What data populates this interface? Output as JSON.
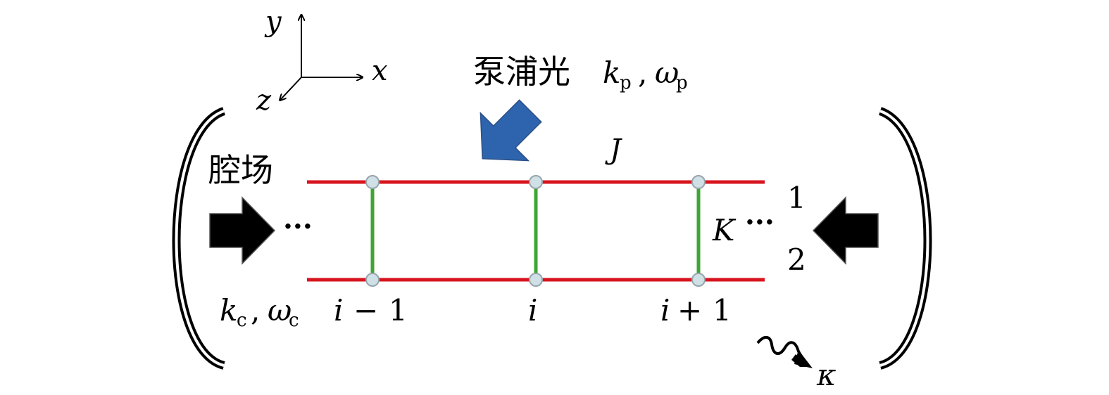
{
  "axes": {
    "y_label": "y",
    "x_label": "x",
    "z_label": "z"
  },
  "pump": {
    "label": "泵浦光",
    "k": "k",
    "k_sub": "p",
    "omega": "ω",
    "omega_sub": "p",
    "arrow_color": "#2E64AE"
  },
  "cavity": {
    "label": "腔场",
    "k": "k",
    "k_sub": "c",
    "omega": "ω",
    "omega_sub": "c"
  },
  "lattice": {
    "coupling_J": "J",
    "coupling_K": "K",
    "chain_1": "1",
    "chain_2": "2",
    "sites": [
      {
        "label_i": "i",
        "label_op": "−",
        "label_num": "1"
      },
      {
        "label_i": "i",
        "label_op": "",
        "label_num": ""
      },
      {
        "label_i": "i",
        "label_op": "+",
        "label_num": "1"
      }
    ],
    "left_dots": "···",
    "right_dots": "···",
    "rail_color": "#D7141F",
    "rung_color": "#3FA535",
    "node_fill": "#CFE0E6",
    "node_stroke": "#97A5AC"
  },
  "decay": {
    "kappa": "κ"
  }
}
